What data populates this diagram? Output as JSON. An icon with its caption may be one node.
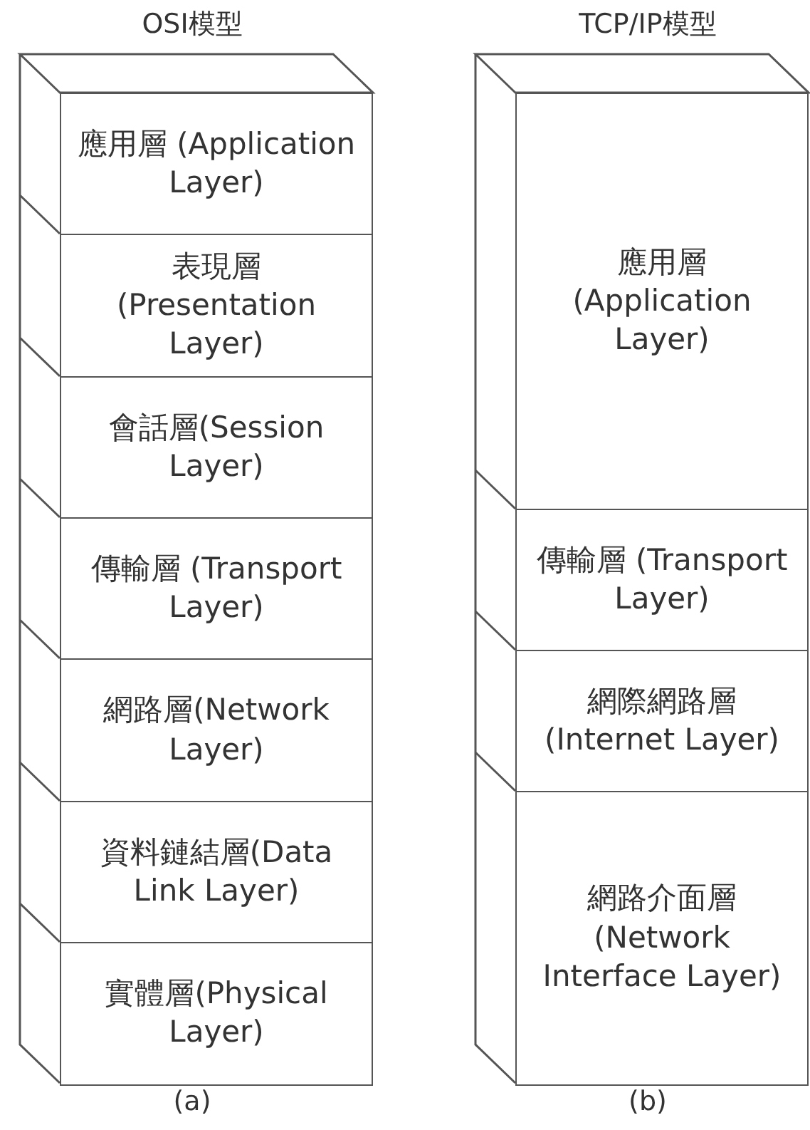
{
  "diagram": {
    "nodes": [
      {
        "text": [
          "應用層 (Application Layer)"
        ]
      },
      {
        "text": [
          "表現層 (Presentation Layer)"
        ]
      },
      {
        "text": [
          "會話層(Session Layer)"
        ]
      },
      {
        "text": [
          "傳輸層 (Transport Layer)"
        ]
      },
      {
        "text": [
          "網路層(Network Layer)"
        ]
      },
      {
        "text": [
          "資料鏈結層(Data Link Layer)"
        ]
      },
      {
        "text": [
          "實體層(Physical Layer)"
        ]
      },
      {
        "text": [
          "應用層 (Application Layer)"
        ]
      },
      {
        "text": [
          "傳輸層 (Transport Layer)"
        ]
      },
      {
        "text": [
          "網際網路層 (Internet Layer)"
        ]
      },
      {
        "text": [
          "網路介面層 (Network Interface Layer)"
        ]
      }
    ],
    "edges": [],
    "labels": [
      "OSI模型",
      "TCP/IP模型",
      "(a)",
      "(b)"
    ]
  }
}
